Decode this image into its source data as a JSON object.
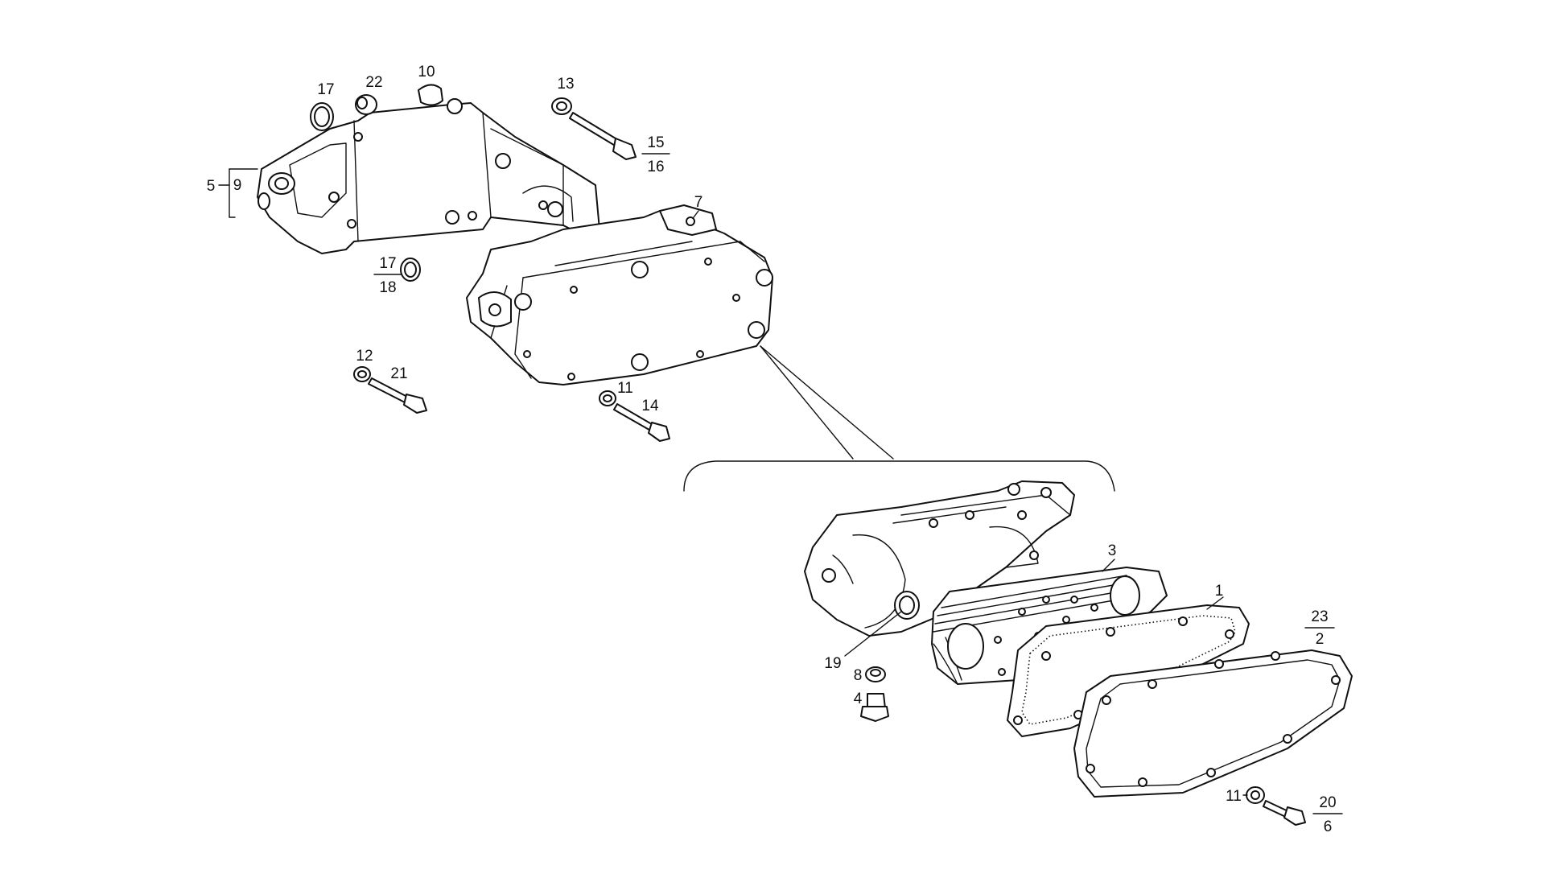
{
  "callouts": {
    "c1": "1",
    "c3": "3",
    "c4": "4",
    "c5": "5",
    "c7": "7",
    "c8": "8",
    "c9": "9",
    "c10": "10",
    "c11a": "11",
    "c11b": "11",
    "c12": "12",
    "c13": "13",
    "c14": "14",
    "c17a": "17",
    "c19": "19",
    "c21": "21",
    "c22": "22"
  },
  "fractions": {
    "f15_16": {
      "top": "15",
      "bottom": "16"
    },
    "f17_18": {
      "top": "17",
      "bottom": "18"
    },
    "f23_2": {
      "top": "23",
      "bottom": "2"
    },
    "f20_6": {
      "top": "20",
      "bottom": "6"
    }
  }
}
